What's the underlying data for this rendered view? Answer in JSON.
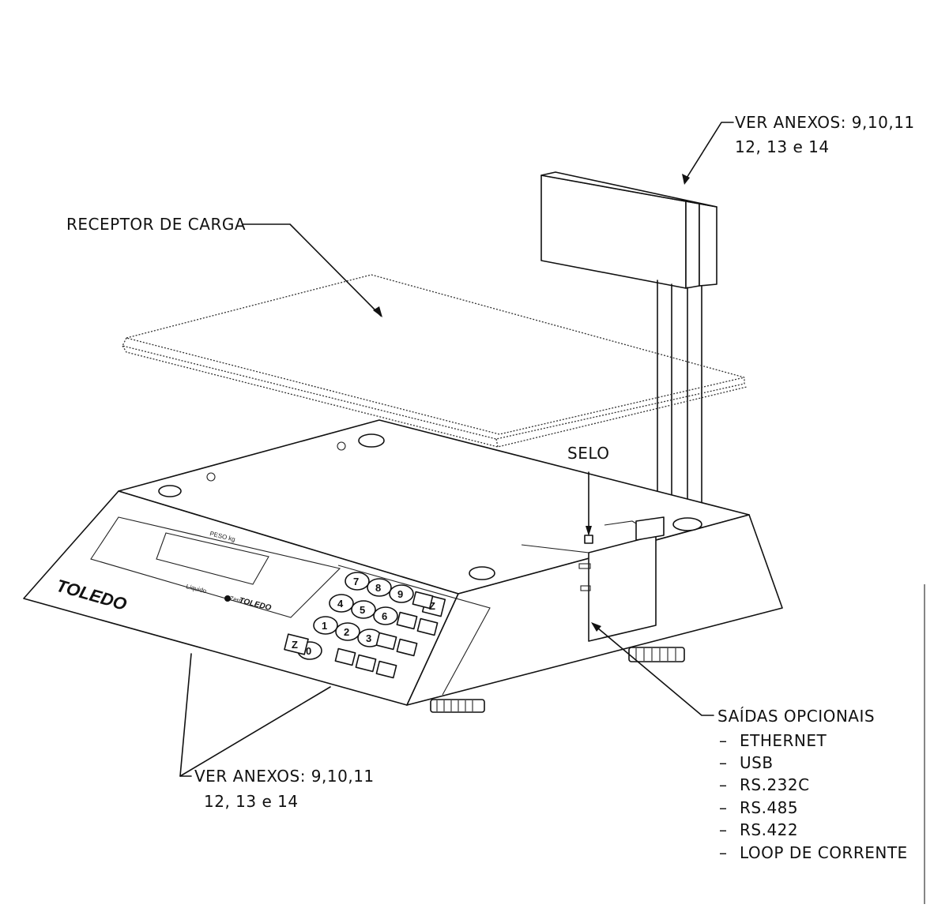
{
  "labels": {
    "display_annex_line1": "VER ANEXOS: 9,10,11",
    "display_annex_line2": "12, 13 e 14",
    "load_receptor": "RECEPTOR DE CARGA",
    "seal": "SELO",
    "base_annex_line1": "VER ANEXOS: 9,10,11",
    "base_annex_line2": "12, 13 e 14",
    "optional_outputs": "SAÍDAS OPCIONAIS",
    "outputs": [
      "ETHERNET",
      "USB",
      "RS.232C",
      "RS.485",
      "RS.422",
      "LOOP DE CORRENTE"
    ]
  },
  "device": {
    "brand_front": "TOLEDO",
    "brand_panel": "TOLEDO",
    "display_caption": "PESO kg",
    "indicator_labels": [
      "Líquido",
      "Zero"
    ],
    "keys": [
      "7",
      "8",
      "9",
      "4",
      "5",
      "6",
      "1",
      "2",
      "3",
      "0",
      "Z"
    ]
  }
}
